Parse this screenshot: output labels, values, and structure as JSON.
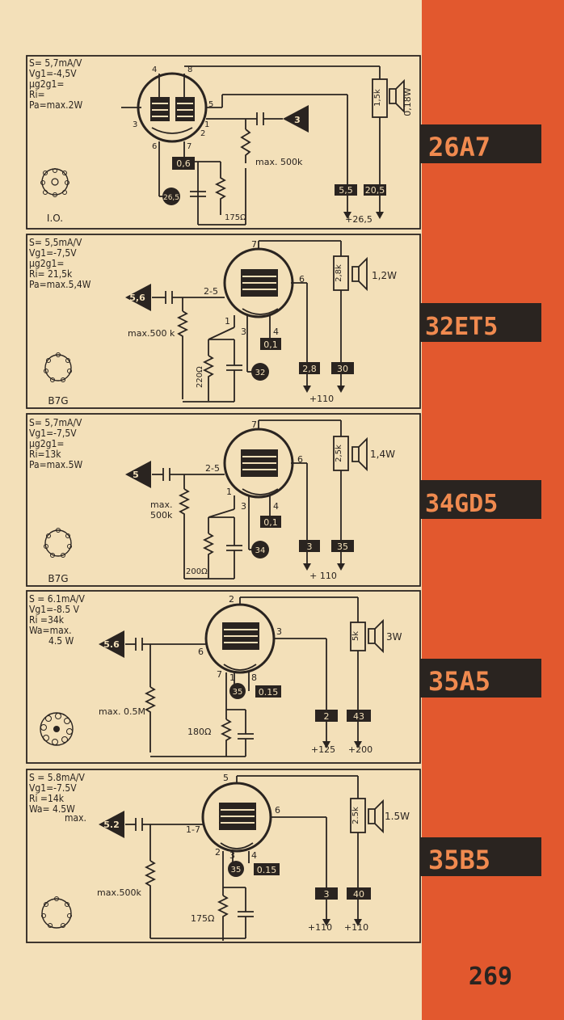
{
  "page_number": "269",
  "colors": {
    "paper": "#f3e0b9",
    "band": "#e2582e",
    "ink": "#2a2420",
    "tab_text": "#f08a4f",
    "box_text": "#f3e0b9"
  },
  "sections": [
    {
      "tube": "26A7",
      "specs": [
        "S= 5,7mA/V",
        "Vg1=-4,5V",
        "μg2g1=",
        "Ri=",
        "Pa=max.2W"
      ],
      "base": "I.O.",
      "labels": {
        "pins": [
          "4",
          "8",
          "5",
          "3",
          "1",
          "6",
          "7",
          "2"
        ],
        "driver": "3",
        "grid_res": "max. 500k",
        "cathode_v": "0,6",
        "cathode_ma": "26,5",
        "cathode_r": "175Ω",
        "load": "1,5k",
        "watts": "0,18W",
        "ia": "5,5",
        "ig2": "20,5",
        "supply": "+26,5"
      }
    },
    {
      "tube": "32ET5",
      "specs": [
        "S= 5,5mA/V",
        "Vg1=-7,5V",
        "μg2g1=",
        "Ri= 21,5k",
        "Pa=max.5,4W"
      ],
      "base": "B7G",
      "labels": {
        "driver": "5,6",
        "grid_pin": "2-5",
        "grid_res": "max.500 k",
        "pins": [
          "7",
          "6",
          "1",
          "3",
          "4"
        ],
        "cathode_v": "0,1",
        "cathode_ma": "32",
        "cathode_r": "220Ω",
        "load": "2,8k",
        "watts": "1,2W",
        "ia": "2,8",
        "ig2": "30",
        "supply": "+110"
      }
    },
    {
      "tube": "34GD5",
      "specs": [
        "S= 5,7mA/V",
        "Vg1=-7,5V",
        "μg2g1=",
        "Ri=13k",
        "Pa=max.5W"
      ],
      "base": "B7G",
      "labels": {
        "driver": "5",
        "grid_pin": "2-5",
        "grid_res": "max.",
        "grid_res2": "500k",
        "pins": [
          "7",
          "6",
          "1",
          "3",
          "4"
        ],
        "cathode_v": "0,1",
        "cathode_ma": "34",
        "cathode_r": "200Ω",
        "load": "2,5k",
        "watts": "1,4W",
        "ia": "3",
        "ig2": "35",
        "supply": "+ 110"
      }
    },
    {
      "tube": "35A5",
      "specs": [
        "S = 6.1mA/V",
        "Vg1=-8.5 V",
        "Ri =34k",
        "Wa=max.",
        "4.5 W"
      ],
      "base": "",
      "labels": {
        "driver": "5.6",
        "pins": [
          "2",
          "3",
          "6",
          "7",
          "1",
          "8"
        ],
        "grid_res": "max. 0.5M",
        "cathode_ma": "35",
        "cathode_v": "0.15",
        "cathode_r": "180Ω",
        "load": "5k",
        "watts": "3W",
        "ia": "2",
        "ig2": "43",
        "supply_a": "+125",
        "supply_b": "+200"
      }
    },
    {
      "tube": "35B5",
      "specs": [
        "S = 5.8mA/V",
        "Vg1=-7.5V",
        "Ri =14k",
        "Wa= 4.5W",
        "max."
      ],
      "base": "",
      "labels": {
        "driver": "5.2",
        "grid_pin": "1-7",
        "pins": [
          "5",
          "6",
          "2",
          "3",
          "4"
        ],
        "grid_res": "max.500k",
        "cathode_ma": "35",
        "cathode_v": "0.15",
        "cathode_r": "175Ω",
        "load": "2.5k",
        "watts": "1.5W",
        "ia": "3",
        "ig2": "40",
        "supply_a": "+110",
        "supply_b": "+110"
      }
    }
  ]
}
